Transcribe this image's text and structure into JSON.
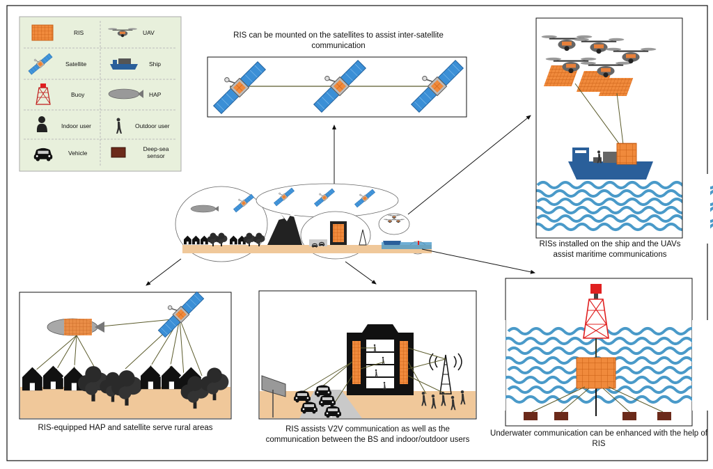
{
  "legend": {
    "items": [
      {
        "label": "RIS",
        "icon": "ris-icon"
      },
      {
        "label": "UAV",
        "icon": "uav-icon"
      },
      {
        "label": "Satellite",
        "icon": "satellite-icon"
      },
      {
        "label": "Ship",
        "icon": "ship-icon"
      },
      {
        "label": "Buoy",
        "icon": "buoy-icon"
      },
      {
        "label": "HAP",
        "icon": "hap-icon"
      },
      {
        "label": "Indoor user",
        "icon": "indoor-user-icon"
      },
      {
        "label": "Outdoor user",
        "icon": "outdoor-user-icon"
      },
      {
        "label": "Vehicle",
        "icon": "vehicle-icon"
      },
      {
        "label": "Deep-sea sensor",
        "icon": "deep-sea-sensor-icon"
      }
    ]
  },
  "captions": {
    "satellite": "RIS can be mounted on the satellites to assist inter-satellite communication",
    "maritime": "RISs installed on the ship and the UAVs assist maritime communications",
    "rural": "RIS-equipped HAP and satellite serve rural areas",
    "v2v": "RIS assists V2V communication as well as the communication between the BS and indoor/outdoor users",
    "underwater": "Underwater communication can be enhanced with the help of RIS"
  },
  "colors": {
    "ris": "#f08a3c",
    "ris_grid": "#c85e14",
    "satellite_panel": "#3b8fd6",
    "sea": "#4a9ac9",
    "ship": "#2a5f9a",
    "ground": "#f0c89a",
    "legend_bg": "#e8f0dc",
    "link_line": "#5a5a2a",
    "buoy": "#e02020",
    "sensor": "#6b2a1a"
  }
}
